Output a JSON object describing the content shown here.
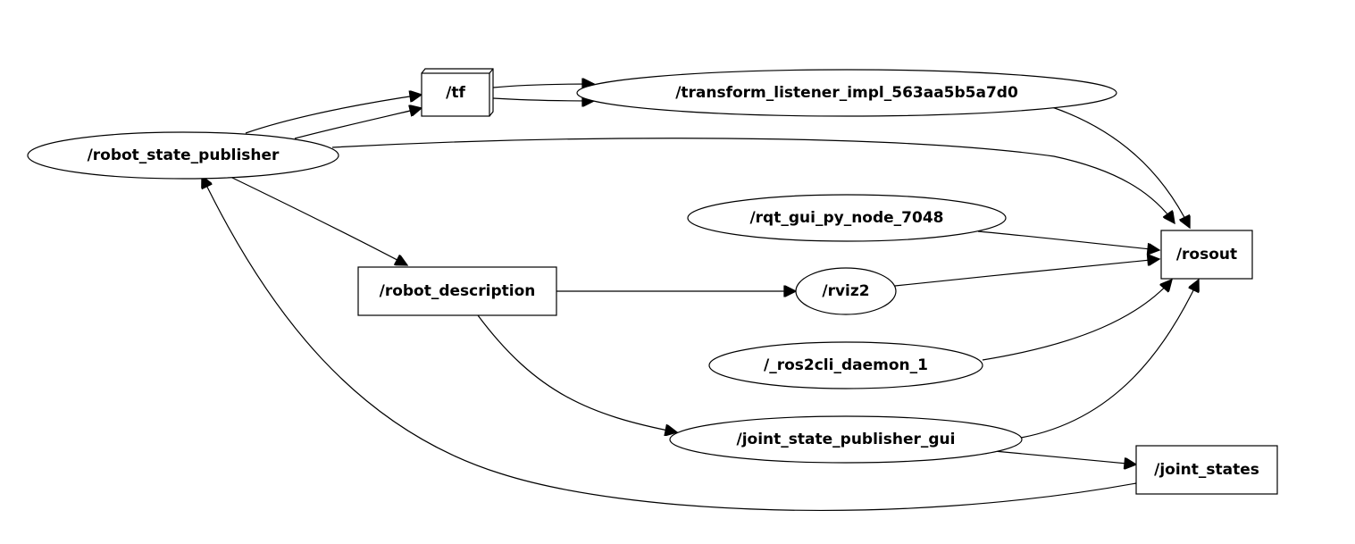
{
  "graph": {
    "nodes": {
      "robot_state_publisher": "/robot_state_publisher",
      "tf": "/tf",
      "transform_listener": "/transform_listener_impl_563aa5b5a7d0",
      "rqt_gui": "/rqt_gui_py_node_7048",
      "rosout": "/rosout",
      "robot_description": "/robot_description",
      "rviz2": "/rviz2",
      "ros2cli_daemon": "/_ros2cli_daemon_1",
      "joint_state_publisher_gui": "/joint_state_publisher_gui",
      "joint_states": "/joint_states"
    },
    "edges": [
      {
        "from": "/robot_state_publisher",
        "to": "/tf"
      },
      {
        "from": "/robot_state_publisher",
        "to": "/tf"
      },
      {
        "from": "/tf",
        "to": "/transform_listener_impl_563aa5b5a7d0"
      },
      {
        "from": "/tf",
        "to": "/transform_listener_impl_563aa5b5a7d0"
      },
      {
        "from": "/robot_state_publisher",
        "to": "/rosout"
      },
      {
        "from": "/transform_listener_impl_563aa5b5a7d0",
        "to": "/rosout"
      },
      {
        "from": "/rqt_gui_py_node_7048",
        "to": "/rosout"
      },
      {
        "from": "/rviz2",
        "to": "/rosout"
      },
      {
        "from": "/_ros2cli_daemon_1",
        "to": "/rosout"
      },
      {
        "from": "/joint_state_publisher_gui",
        "to": "/rosout"
      },
      {
        "from": "/robot_state_publisher",
        "to": "/robot_description"
      },
      {
        "from": "/robot_description",
        "to": "/rviz2"
      },
      {
        "from": "/robot_description",
        "to": "/joint_state_publisher_gui"
      },
      {
        "from": "/joint_state_publisher_gui",
        "to": "/joint_states"
      },
      {
        "from": "/joint_states",
        "to": "/robot_state_publisher"
      }
    ]
  }
}
